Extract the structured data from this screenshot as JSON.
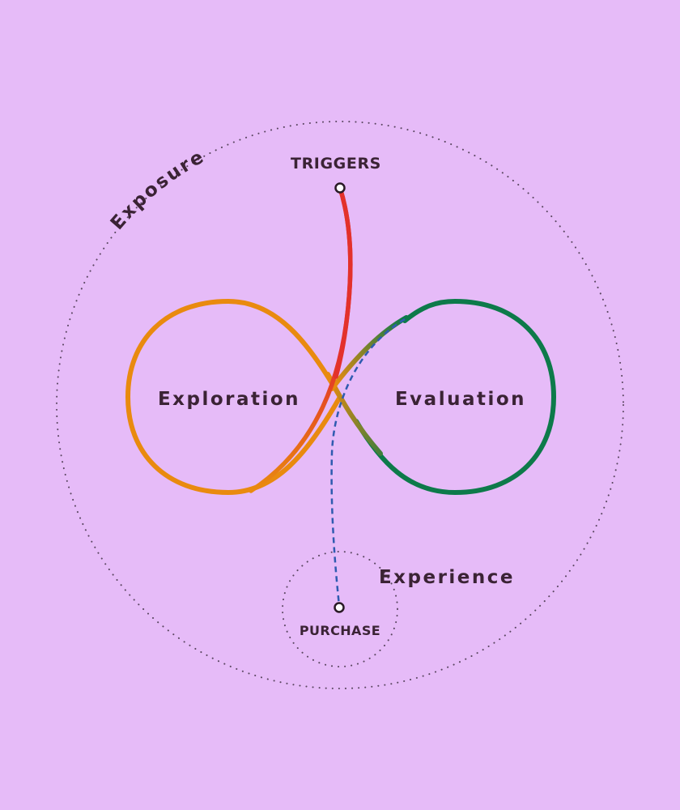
{
  "colors": {
    "background": "#e6bbf8",
    "text": "#3b2335",
    "dotted_ring": "#5a4660",
    "exploration_loop": "#e98a0f",
    "evaluation_loop": "#0d7a4a",
    "trigger_path": "#e3312b",
    "purchase_path": "#2f5bb0",
    "node_fill": "#ffffff",
    "node_stroke": "#2a1a26"
  },
  "labels": {
    "exposure": "Exposure",
    "triggers": "TRIGGERS",
    "exploration": "Exploration",
    "evaluation": "Evaluation",
    "experience": "Experience",
    "purchase": "PURCHASE"
  }
}
